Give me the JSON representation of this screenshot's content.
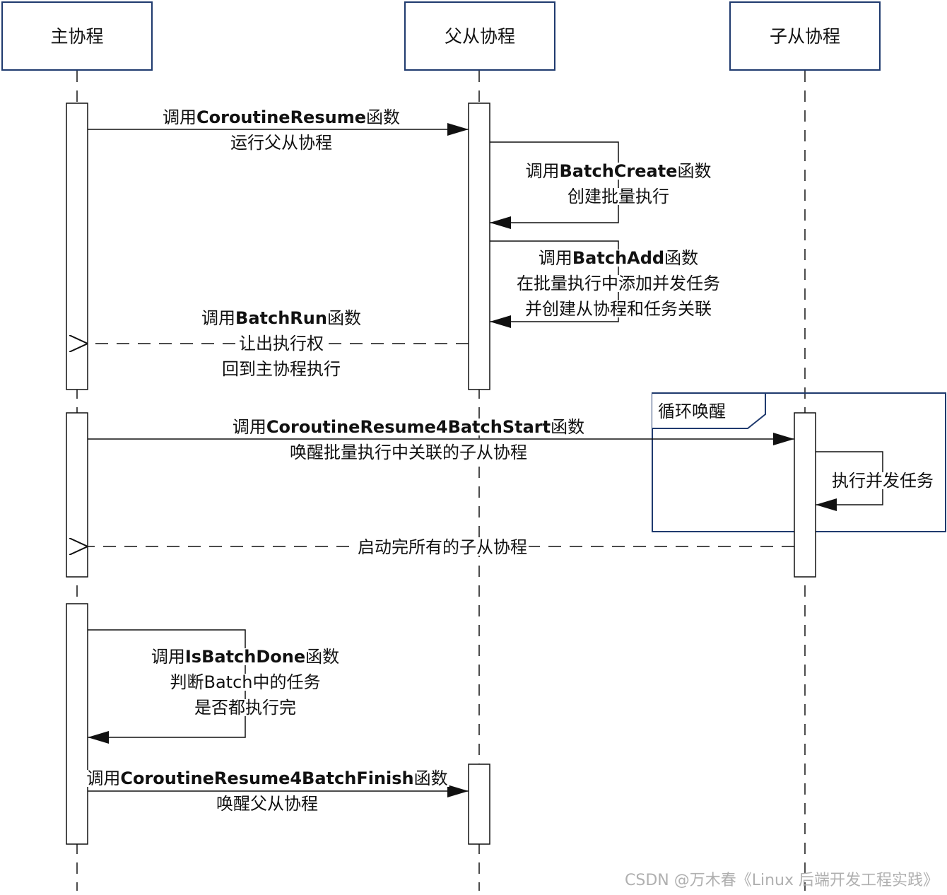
{
  "participants": [
    {
      "id": "main",
      "label": "主协程"
    },
    {
      "id": "parent",
      "label": "父从协程"
    },
    {
      "id": "child",
      "label": "子从协程"
    }
  ],
  "messages": [
    {
      "id": "m1",
      "lines": [
        [
          {
            "t": "调用"
          },
          {
            "t": "CoroutineResume",
            "b": true
          },
          {
            "t": "函数"
          }
        ],
        [
          {
            "t": "运行父从协程"
          }
        ]
      ]
    },
    {
      "id": "m2",
      "lines": [
        [
          {
            "t": "调用"
          },
          {
            "t": "BatchCreate",
            "b": true
          },
          {
            "t": "函数"
          }
        ],
        [
          {
            "t": "创建批量执行"
          }
        ]
      ]
    },
    {
      "id": "m3",
      "lines": [
        [
          {
            "t": "调用"
          },
          {
            "t": "BatchAdd",
            "b": true
          },
          {
            "t": "函数"
          }
        ],
        [
          {
            "t": "在批量执行中添加并发任务"
          }
        ],
        [
          {
            "t": "并创建从协程和任务关联"
          }
        ]
      ]
    },
    {
      "id": "m4",
      "lines": [
        [
          {
            "t": "调用"
          },
          {
            "t": "BatchRun",
            "b": true
          },
          {
            "t": "函数"
          }
        ],
        [
          {
            "t": "让出执行权"
          }
        ],
        [
          {
            "t": "回到主协程执行"
          }
        ]
      ]
    },
    {
      "id": "m5",
      "lines": [
        [
          {
            "t": "调用"
          },
          {
            "t": "CoroutineResume4BatchStart",
            "b": true
          },
          {
            "t": "函数"
          }
        ],
        [
          {
            "t": "唤醒批量执行中关联的子从协程"
          }
        ]
      ]
    },
    {
      "id": "m6",
      "lines": [
        [
          {
            "t": "执行并发任务"
          }
        ]
      ]
    },
    {
      "id": "m7",
      "lines": [
        [
          {
            "t": "启动完所有的子从协程"
          }
        ]
      ]
    },
    {
      "id": "m8",
      "lines": [
        [
          {
            "t": "调用"
          },
          {
            "t": "IsBatchDone",
            "b": true
          },
          {
            "t": "函数"
          }
        ],
        [
          {
            "t": "判断Batch中的任务"
          }
        ],
        [
          {
            "t": "是否都执行完"
          }
        ]
      ]
    },
    {
      "id": "m9",
      "lines": [
        [
          {
            "t": "调用"
          },
          {
            "t": "CoroutineResume4BatchFinish",
            "b": true
          },
          {
            "t": "函数"
          }
        ],
        [
          {
            "t": "唤醒父从协程"
          }
        ]
      ]
    }
  ],
  "loop_fragment": {
    "label": "循环唤醒"
  },
  "watermark": "CSDN @万木春《Linux 后端开发工程实践》",
  "colors": {
    "box_border": "#1f3a6e",
    "line": "#111111",
    "background": "#ffffff",
    "watermark": "#b0b0b0"
  }
}
